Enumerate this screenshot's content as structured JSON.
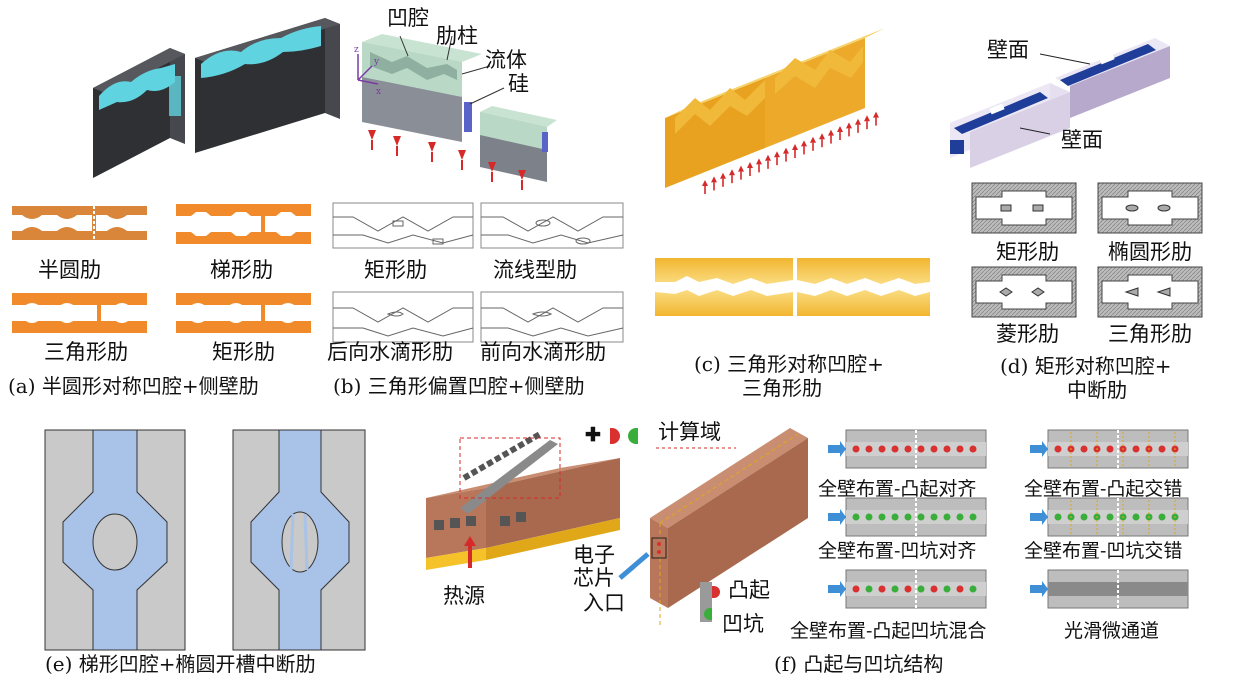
{
  "panel_a": {
    "caption": "(a) 半圆形对称凹腔+侧壁肋",
    "labels": [
      "半圆肋",
      "梯形肋",
      "三角形肋",
      "矩形肋"
    ]
  },
  "panel_b": {
    "caption": "(b) 三角形偏置凹腔+侧壁肋",
    "callouts": [
      "凹腔",
      "肋柱",
      "流体",
      "硅"
    ],
    "labels": [
      "矩形肋",
      "流线型肋",
      "后向水滴形肋",
      "前向水滴形肋"
    ]
  },
  "panel_c": {
    "caption_line1": "(c) 三角形对称凹腔+",
    "caption_line2": "三角形肋"
  },
  "panel_d": {
    "caption_line1": "(d) 矩形对称凹腔+",
    "caption_line2": "中断肋",
    "callouts": [
      "壁面",
      "壁面"
    ],
    "labels": [
      "矩形肋",
      "椭圆形肋",
      "菱形肋",
      "三角形肋"
    ]
  },
  "panel_e": {
    "caption": "(e) 梯形凹腔+椭圆开槽中断肋"
  },
  "panel_f": {
    "caption": "(f) 凸起与凹坑结构",
    "domain_label": "计算域",
    "heat_source": "热源",
    "chip_label_line1": "电子",
    "chip_label_line2": "芯片",
    "inlet": "入口",
    "bump": "凸起",
    "dimple": "凹坑",
    "configs": [
      "全壁布置-凸起对齐",
      "全壁布置-凸起交错",
      "全壁布置-凹坑对齐",
      "全壁布置-凹坑交错",
      "全壁布置-凸起凹坑混合",
      "光滑微通道"
    ]
  },
  "colors": {
    "orange_rib": "#d9863a",
    "orange_bright": "#f08a2a",
    "cyan_fluid": "#5fd3e0",
    "dark_block": "#3d3f44",
    "gold": "#f2b630",
    "navy": "#1f3e9a",
    "lavender": "#d9d0e6",
    "light_blue": "#a9c2e8",
    "light_gray": "#c9c9c9",
    "copper": "#b8765a",
    "heat_yellow": "#f5c22a",
    "arrow_red": "#d62a2a",
    "arrow_blue": "#3e8fd6",
    "bump_red": "#d93030",
    "dimple_green": "#3aae3a"
  }
}
